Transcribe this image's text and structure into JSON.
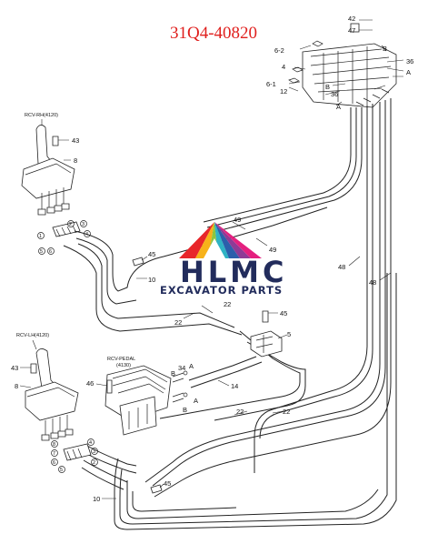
{
  "diagram": {
    "part_number": "31Q4-40820",
    "callouts": {
      "c42": "42",
      "c47": "47",
      "c6_2": "6-2",
      "c4": "4",
      "c6_1": "6-1",
      "c12": "12",
      "cB_top": "B",
      "cA_top": "A",
      "c36_top": "36",
      "c36_mid": "36",
      "cB_mid": "B",
      "cA_left": "A",
      "c43_rh": "43",
      "c8_rh": "8",
      "c49_a": "49",
      "c49_b": "49",
      "c45_upper": "45",
      "c10_upper": "10",
      "c48_a": "48",
      "c48_b": "48",
      "c22_a": "22",
      "c22_b": "22",
      "c45_mid": "45",
      "c5": "5",
      "c43_lh": "43",
      "c8_lh": "8",
      "c46": "46",
      "cB_pedal_a": "B",
      "c34": "34",
      "cA_pedal_a": "A",
      "cB_pedal_b": "B",
      "cA_pedal_b": "A",
      "c14": "14",
      "c22_c": "22",
      "c22_d": "22",
      "c45_lower": "45",
      "c10_lower": "10"
    },
    "port_numbers": {
      "rh": [
        "1",
        "2",
        "3",
        "4",
        "5",
        "6"
      ],
      "lh": [
        "8",
        "7",
        "6",
        "5",
        "4",
        "3",
        "2"
      ]
    },
    "components": {
      "rcv_rh": "RCV-RH(4120)",
      "rcv_lh": "RCV-LH(4120)",
      "rcv_pedal": "RCV-PEDAL",
      "rcv_pedal_code": "(4130)"
    }
  },
  "watermark": {
    "title": "HLMC",
    "subtitle": "EXCAVATOR PARTS",
    "colors": [
      "#e8262a",
      "#f7b21a",
      "#8dc63f",
      "#2fb3c4",
      "#2b5fab",
      "#8e3b96",
      "#e4207f"
    ]
  }
}
